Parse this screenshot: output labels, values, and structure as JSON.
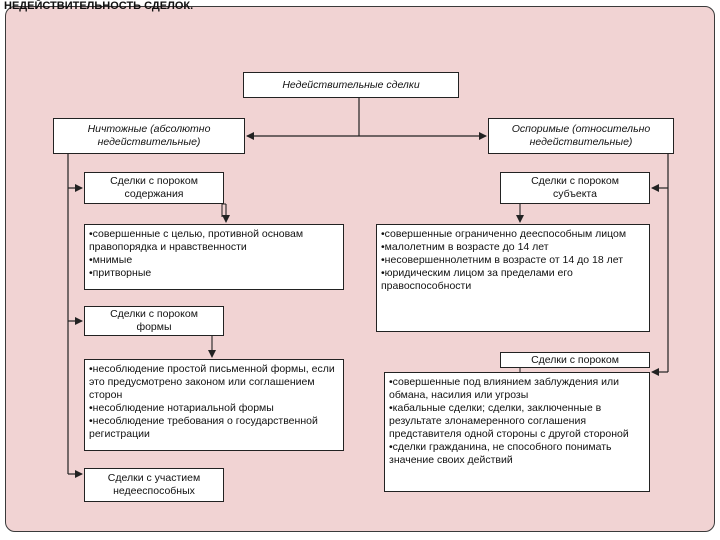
{
  "page_title": "НЕДЕЙСТВИТЕЛЬНОСТЬ СДЕЛОК.",
  "top": "Недействительные сделки",
  "void": "Ничтожные (абсолютно недействительные)",
  "voidable": "Оспоримые (относительно недействительные)",
  "void_content_title": "Сделки с пороком содержания",
  "void_content_items": [
    "•совершенные с целью, противной основам правопорядка и нравственности",
    "•мнимые",
    "•притворные"
  ],
  "void_form_title": "Сделки с пороком формы",
  "void_form_items": [
    "•несоблюдение простой письменной формы, если это предусмотрено законом или соглашением сторон",
    "•несоблюдение нотариальной формы",
    "•несоблюдение требования о государственной регистрации"
  ],
  "void_incapable_title": "Сделки с участием недееспособных",
  "voidable_subject_title": "Сделки с пороком субъекта",
  "voidable_subject_items": [
    "•совершенные ограниченно дееспособным лицом",
    "•малолетним в возрасте до 14 лет",
    "•несовершеннолетним в возрасте от 14 до 18 лет",
    "•юридическим лицом за пределами его правоспособности"
  ],
  "voidable_will_title": "Сделки с пороком",
  "voidable_will_items": [
    "•совершенные под влиянием заблуждения или обмана, насилия или угрозы",
    "•кабальные сделки; сделки, заключенные в результате злонамеренного соглашения представителя одной стороны с другой стороной",
    "•сделки гражданина, не способного понимать значение своих действий"
  ]
}
